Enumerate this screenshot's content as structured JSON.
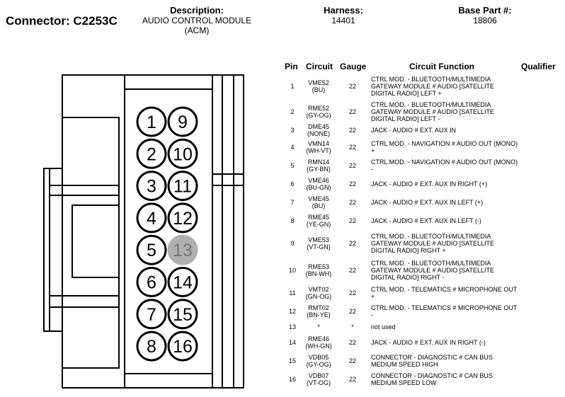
{
  "header": {
    "connector_label": "Connector: C2253C",
    "description_label": "Description:",
    "description_value": "AUDIO CONTROL MODULE\n(ACM)",
    "harness_label": "Harness:",
    "harness_value": "14401",
    "base_part_label": "Base Part #:",
    "base_part_value": "18806"
  },
  "table": {
    "columns": [
      "Pin",
      "Circuit",
      "Gauge",
      "Circuit Function",
      "Qualifier"
    ],
    "rows": [
      {
        "pin": "1",
        "circuit": "VME52",
        "color": "(BU)",
        "gauge": "22",
        "function": "CTRL MOD. - BLUETOOTH/MULTIMEDIA GATEWAY MODULE # AUDIO [SATELLITE DIGITAL RADIO] LEFT +"
      },
      {
        "pin": "2",
        "circuit": "RME52",
        "color": "(GY-OG)",
        "gauge": "22",
        "function": "CTRL MOD. - BLUETOOTH/MULTIMEDIA GATEWAY MODULE # AUDIO [SATELLITE DIGITAL RADIO] LEFT -"
      },
      {
        "pin": "3",
        "circuit": "DME45",
        "color": "(NONE)",
        "gauge": "22",
        "function": "JACK - AUDIO # EXT. AUX IN"
      },
      {
        "pin": "4",
        "circuit": "VMN14",
        "color": "(WH-VT)",
        "gauge": "22",
        "function": "CTRL MOD. - NAVIGATION # AUDIO OUT (MONO) +"
      },
      {
        "pin": "5",
        "circuit": "RMN14",
        "color": "(GY-BN)",
        "gauge": "22",
        "function": "CTRL MOD. - NAVIGATION # AUDIO OUT (MONO) -"
      },
      {
        "pin": "6",
        "circuit": "VME46",
        "color": "(BU-GN)",
        "gauge": "22",
        "function": "JACK - AUDIO # EXT. AUX IN RIGHT (+)"
      },
      {
        "pin": "7",
        "circuit": "VME45",
        "color": "(BU)",
        "gauge": "22",
        "function": "JACK - AUDIO # EXT. AUX IN LEFT (+)"
      },
      {
        "pin": "8",
        "circuit": "RME45",
        "color": "(YE-GN)",
        "gauge": "22",
        "function": "JACK - AUDIO # EXT. AUX IN LEFT (-)"
      },
      {
        "pin": "9",
        "circuit": "VME53",
        "color": "(VT-GN)",
        "gauge": "22",
        "function": "CTRL MOD. - BLUETOOTH/MULTIMEDIA GATEWAY MODULE # AUDIO [SATELLITE DIGITAL RADIO] RIGHT +"
      },
      {
        "pin": "10",
        "circuit": "RME53",
        "color": "(BN-WH)",
        "gauge": "22",
        "function": "CTRL MOD. - BLUETOOTH/MULTIMEDIA GATEWAY MODULE # AUDIO [SATELLITE DIGITAL RADIO] RIGHT -"
      },
      {
        "pin": "11",
        "circuit": "VMT02",
        "color": "(GN-OG)",
        "gauge": "22",
        "function": "CTRL MOD. - TELEMATICS # MICROPHONE OUT +"
      },
      {
        "pin": "12",
        "circuit": "RMT02",
        "color": "(BN-YE)",
        "gauge": "22",
        "function": "CTRL MOD. - TELEMATICS # MICROPHONE OUT -"
      },
      {
        "pin": "13",
        "circuit": "*",
        "color": "",
        "gauge": "*",
        "function": "not used"
      },
      {
        "pin": "14",
        "circuit": "RME46",
        "color": "(WH-GN)",
        "gauge": "22",
        "function": "JACK - AUDIO # EXT. AUX IN RIGHT (-)"
      },
      {
        "pin": "15",
        "circuit": "VDB05",
        "color": "(GY-OG)",
        "gauge": "22",
        "function": "CONNECTOR - DIAGNOSTIC # CAN BUS MEDIUM SPEED HIGH"
      },
      {
        "pin": "16",
        "circuit": "VDB07",
        "color": "(VT-OG)",
        "gauge": "22",
        "function": "CONNECTOR - DIAGNOSTIC # CAN BUS MEDIUM SPEED LOW"
      }
    ]
  },
  "face": {
    "left_column": [
      "1",
      "2",
      "3",
      "4",
      "5",
      "6",
      "7",
      "8"
    ],
    "right_column": [
      "9",
      "10",
      "11",
      "12",
      "13",
      "14",
      "15",
      "16"
    ],
    "unused_pin": "13",
    "unused_fill": "#b0b0b0"
  }
}
